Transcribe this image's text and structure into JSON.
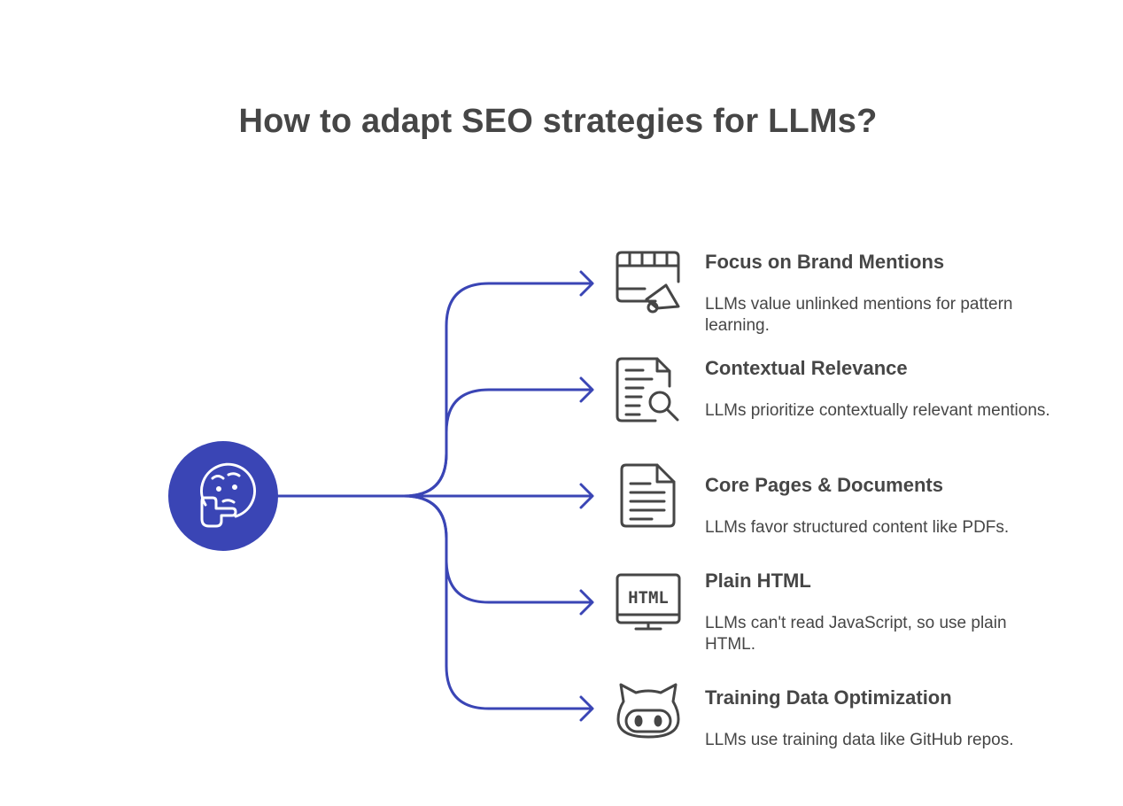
{
  "title": "How to adapt SEO strategies for LLMs?",
  "colors": {
    "accent": "#3A45B5",
    "text": "#464646",
    "icon": "#464646",
    "background": "#FFFFFF"
  },
  "hub": {
    "icon": "thinking-face-icon"
  },
  "items": [
    {
      "icon": "billboard-megaphone-icon",
      "title": "Focus on Brand Mentions",
      "description": "LLMs value unlinked mentions for pattern learning."
    },
    {
      "icon": "document-search-icon",
      "title": "Contextual Relevance",
      "description": "LLMs prioritize contextually relevant mentions."
    },
    {
      "icon": "document-icon",
      "title": "Core Pages & Documents",
      "description": "LLMs favor structured content like PDFs."
    },
    {
      "icon": "html-monitor-icon",
      "title": "Plain HTML",
      "description": "LLMs can't read JavaScript, so use plain HTML.",
      "icon_text": "HTML"
    },
    {
      "icon": "github-octocat-icon",
      "title": "Training Data Optimization",
      "description": "LLMs use training data like GitHub repos."
    }
  ]
}
